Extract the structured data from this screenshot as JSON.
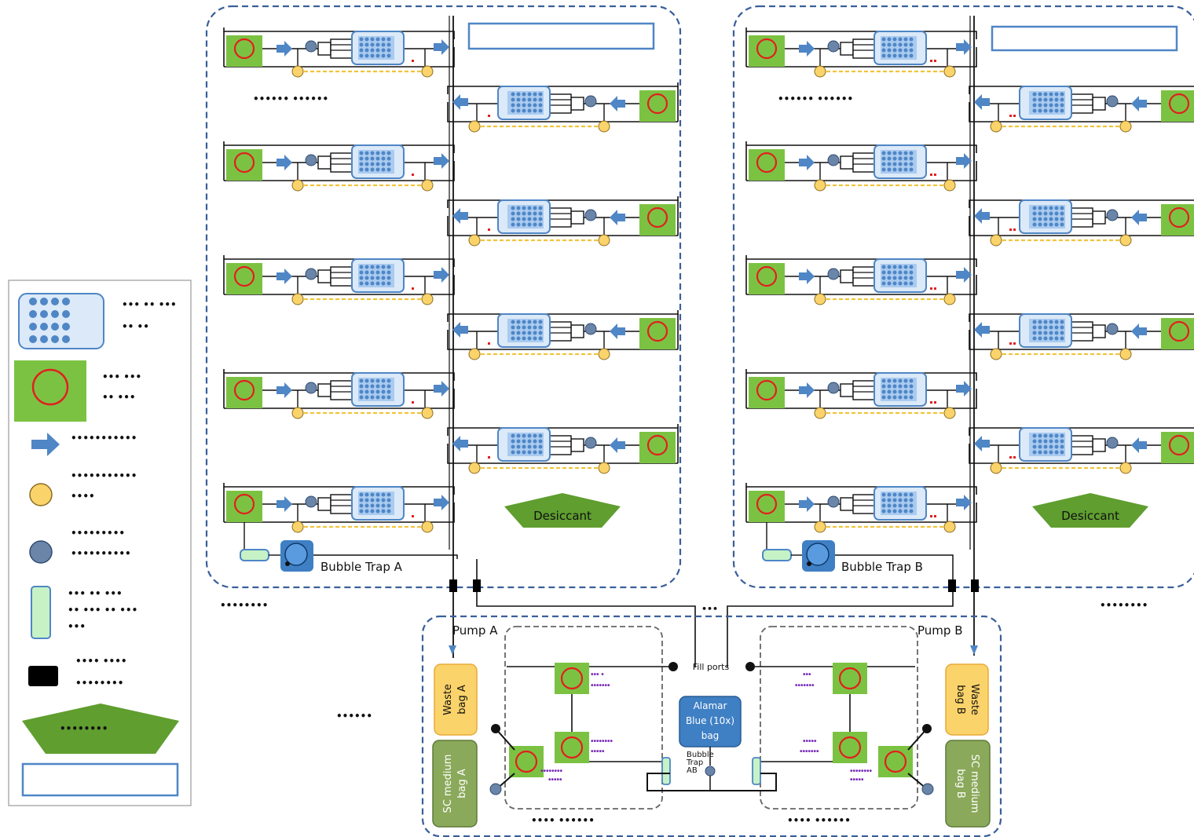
{
  "labels": {
    "desiccant_a": "Desiccant",
    "desiccant_b": "Desiccant",
    "bubble_trap_a": "Bubble Trap A",
    "bubble_trap_b": "Bubble Trap B",
    "pump_a": "Pump A",
    "pump_b": "Pump B",
    "fill_ports": "Fill ports",
    "alamar_bag": [
      "Alamar",
      "Blue (10x)",
      "bag"
    ],
    "bubble_trap_ab": [
      "Bubble",
      "Trap",
      "AB"
    ],
    "waste_bag_a": [
      "Waste",
      "bag A"
    ],
    "waste_bag_b": [
      "Waste",
      "bag B"
    ],
    "sc_medium_bag_a": [
      "SC medium",
      "bag A"
    ],
    "sc_medium_bag_b": [
      "SC medium",
      "bag B"
    ]
  },
  "colors": {
    "dashed_border": "#3a5f9a",
    "green_pad": "#7cc242",
    "red_ring": "#e02020",
    "blue_arrow": "#4f86c6",
    "yellow_valve": "#fbd36b",
    "gray_valve": "#6a85a8",
    "bubble_trap": "#3f7fc4",
    "desiccant": "#5f9e2f",
    "waste_bag": "#fbd36b",
    "sc_medium_bag": "#8aa95a",
    "alamar_bag": "#3f7fc4",
    "purple_marks": "#7a2bb8",
    "yellow_dashes": "#f2c43a"
  },
  "icons": {
    "legend_1": "well-plate-icon",
    "legend_2": "green-pad-ring-icon",
    "legend_3": "flow-arrow-icon",
    "legend_4": "yellow-valve-icon",
    "legend_5": "gray-valve-icon",
    "legend_6": "green-capsule-icon",
    "legend_7": "black-connector-icon",
    "legend_8": "desiccant-icon",
    "legend_9": "empty-box-icon"
  }
}
